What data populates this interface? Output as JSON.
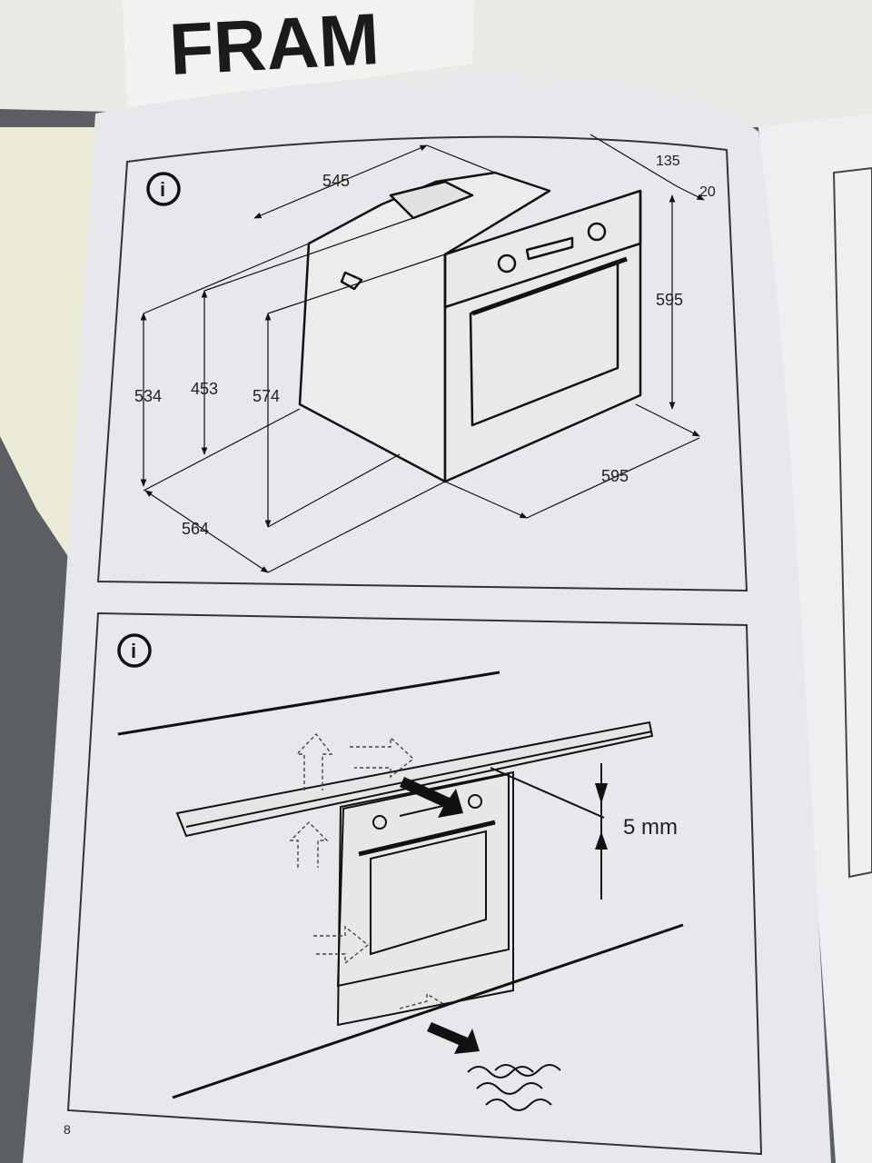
{
  "cover": {
    "brand_fragment": "FRAM"
  },
  "panel1": {
    "info_icon": "i",
    "dimensions": {
      "top_depth": "545",
      "top_offset": "135",
      "top_gap": "20",
      "front_height": "595",
      "front_width": "595",
      "side_534": "534",
      "side_453": "453",
      "side_574": "574",
      "bottom_depth": "564"
    }
  },
  "panel2": {
    "info_icon": "i",
    "gap_label": "5 mm"
  },
  "page_number": "8"
}
